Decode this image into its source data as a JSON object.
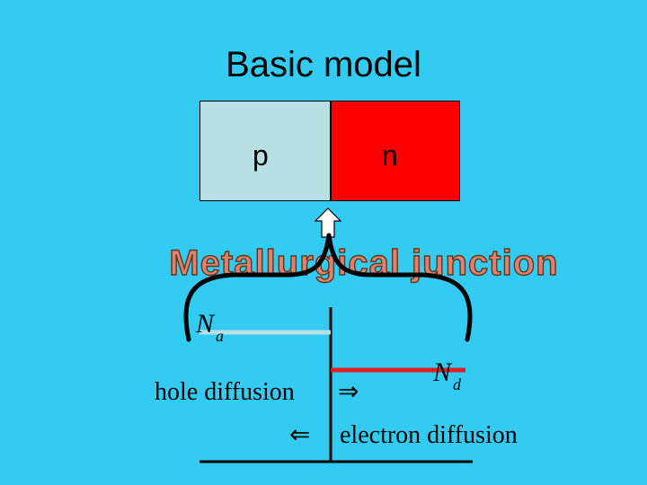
{
  "slide": {
    "title": "Basic model",
    "background_color": "#33cbf2"
  },
  "regions": {
    "p_label": "p",
    "n_label": "n",
    "p_color": "#b8dfe4",
    "n_color": "#ff0000"
  },
  "junction": {
    "label": "Metallurgical junction",
    "arrow_icon": "up-arrow-icon",
    "brace_icon": "curly-brace-icon",
    "label_fill": "#e08070",
    "label_stroke": "#5a3a1a"
  },
  "doping": {
    "na_symbol": "N",
    "na_subscript": "a",
    "nd_symbol": "N",
    "nd_subscript": "d",
    "na_line_color": "#b8dfe4",
    "nd_line_color": "#e02020"
  },
  "diffusion": {
    "hole_text": "hole diffusion",
    "hole_arrow": "⇒",
    "electron_text": "electron diffusion",
    "electron_arrow": "⇐"
  }
}
